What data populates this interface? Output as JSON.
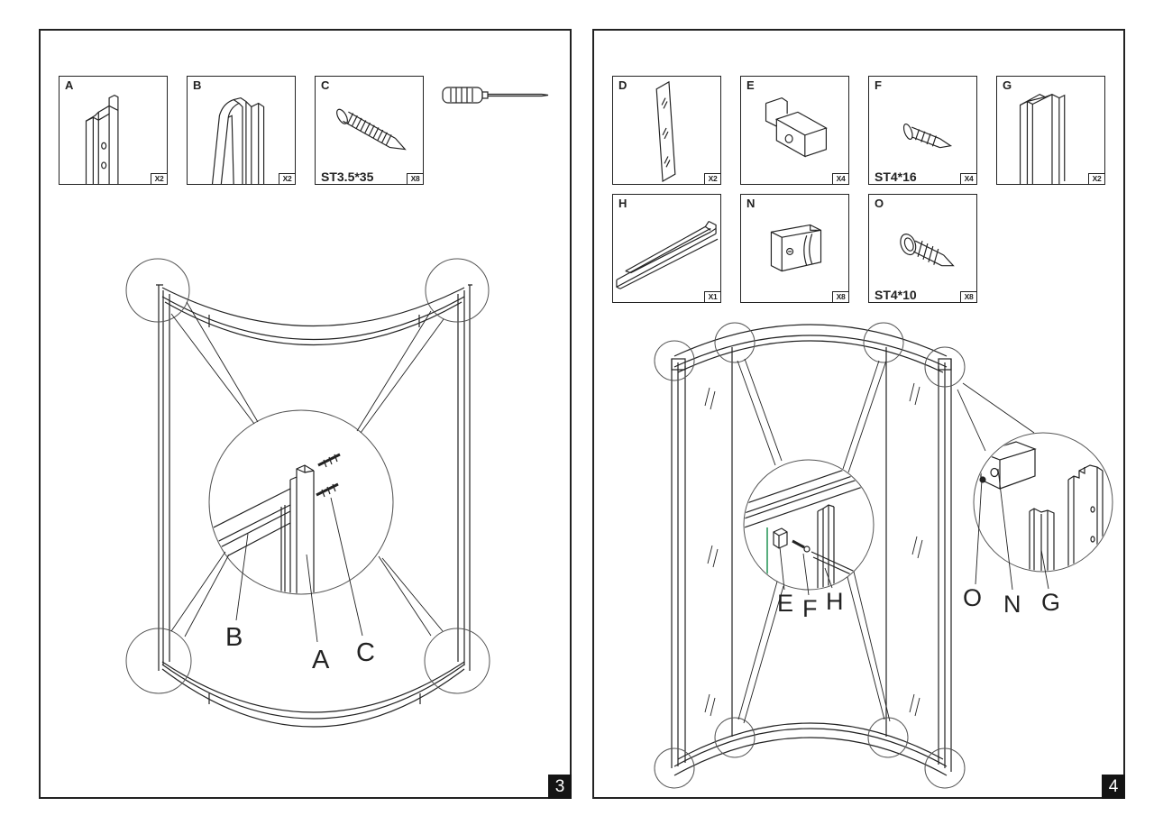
{
  "pages": {
    "left": {
      "page_number": "3",
      "tool_icon": "screwdriver-icon",
      "parts": [
        {
          "letter": "A",
          "quantity": "X2"
        },
        {
          "letter": "B",
          "quantity": "X2"
        },
        {
          "letter": "C",
          "quantity": "X8",
          "spec": "ST3.5*35"
        }
      ],
      "callouts": {
        "b": "B",
        "a": "A",
        "c": "C"
      }
    },
    "right": {
      "page_number": "4",
      "parts": [
        {
          "letter": "D",
          "quantity": "X2"
        },
        {
          "letter": "E",
          "quantity": "X4"
        },
        {
          "letter": "F",
          "quantity": "X4",
          "spec": "ST4*16"
        },
        {
          "letter": "G",
          "quantity": "X2"
        },
        {
          "letter": "H",
          "quantity": "X1"
        },
        {
          "letter": "N",
          "quantity": "X8"
        },
        {
          "letter": "O",
          "quantity": "X8",
          "spec": "ST4*10"
        }
      ],
      "callouts": {
        "e": "E",
        "f": "F",
        "h": "H",
        "o": "O",
        "n": "N",
        "g": "G"
      }
    }
  },
  "colors": {
    "line": "#222222",
    "glass_edge": "#2e9a5e",
    "page_number_bg": "#141414",
    "page_number_text": "#ffffff"
  }
}
